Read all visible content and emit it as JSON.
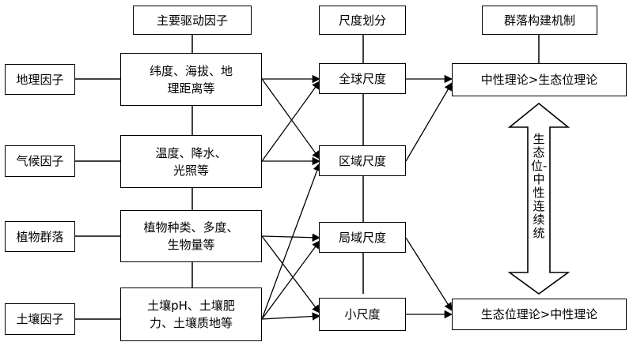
{
  "headers": {
    "drivers": "主要驱动因子",
    "scale": "尺度划分",
    "mechanism": "群落构建机制"
  },
  "factor_categories": [
    "地理因子",
    "气候因子",
    "植物群落",
    "土壤因子"
  ],
  "factor_details": [
    "纬度、海拔、地\n理距离等",
    "温度、降水、\n光照等",
    "植物种类、多度、\n生物量等",
    "土壤pH、土壤肥\n力、土壤质地等"
  ],
  "scales": [
    "全球尺度",
    "区域尺度",
    "局域尺度",
    "小尺度"
  ],
  "mechanisms": {
    "top": "中性理论>生态位理论",
    "bottom": "生态位理论>中性理论"
  },
  "continuum_label": "生态位-中性连续统"
}
